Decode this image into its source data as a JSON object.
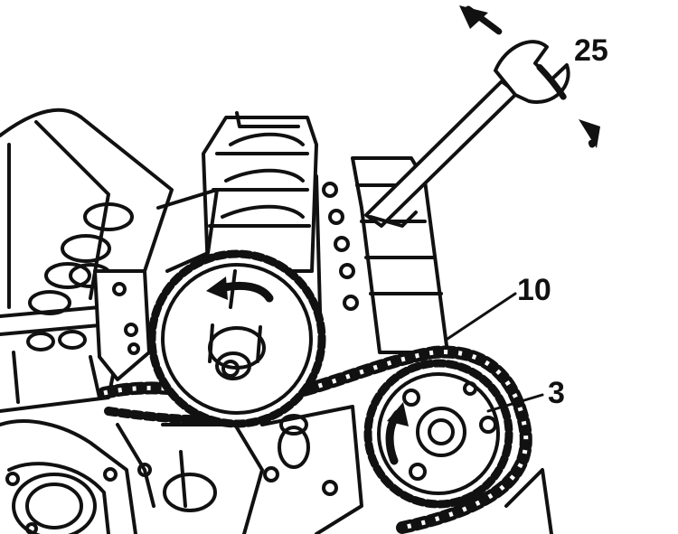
{
  "callouts": [
    {
      "id": "wrench",
      "label": "25"
    },
    {
      "id": "chain",
      "label": "10"
    },
    {
      "id": "sprocket",
      "label": "3"
    }
  ],
  "colors": {
    "ink": "#111111",
    "paper": "#ffffff"
  },
  "icons": [
    "wrench-icon",
    "rotation-arrow-icon",
    "double-arrow-icon"
  ]
}
